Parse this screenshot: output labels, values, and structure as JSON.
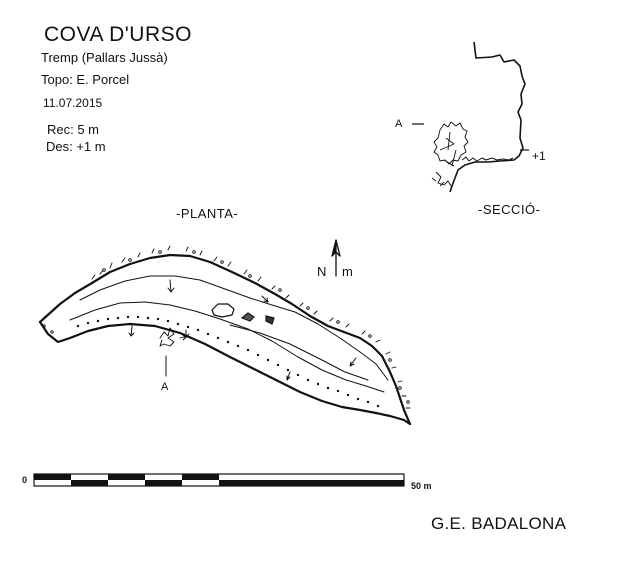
{
  "header": {
    "title": "COVA D'URSO",
    "place": "Tremp (Pallars Jussà)",
    "topo": "Topo: E. Porcel",
    "date": "11.07.2015",
    "rec": "Rec: 5 m",
    "des": "Des: +1 m"
  },
  "labels": {
    "planta": "-PLANTA-",
    "seccio": "-SECCIÓ-",
    "plus_one": "+1",
    "a_section": "A",
    "a_plan": "A",
    "north": "N",
    "north_m": "m"
  },
  "scale": {
    "start_label": "0",
    "end_label": "50 m"
  },
  "footer": {
    "club": "G.E. BADALONA"
  },
  "colors": {
    "ink": "#111111",
    "paper": "#ffffff"
  }
}
